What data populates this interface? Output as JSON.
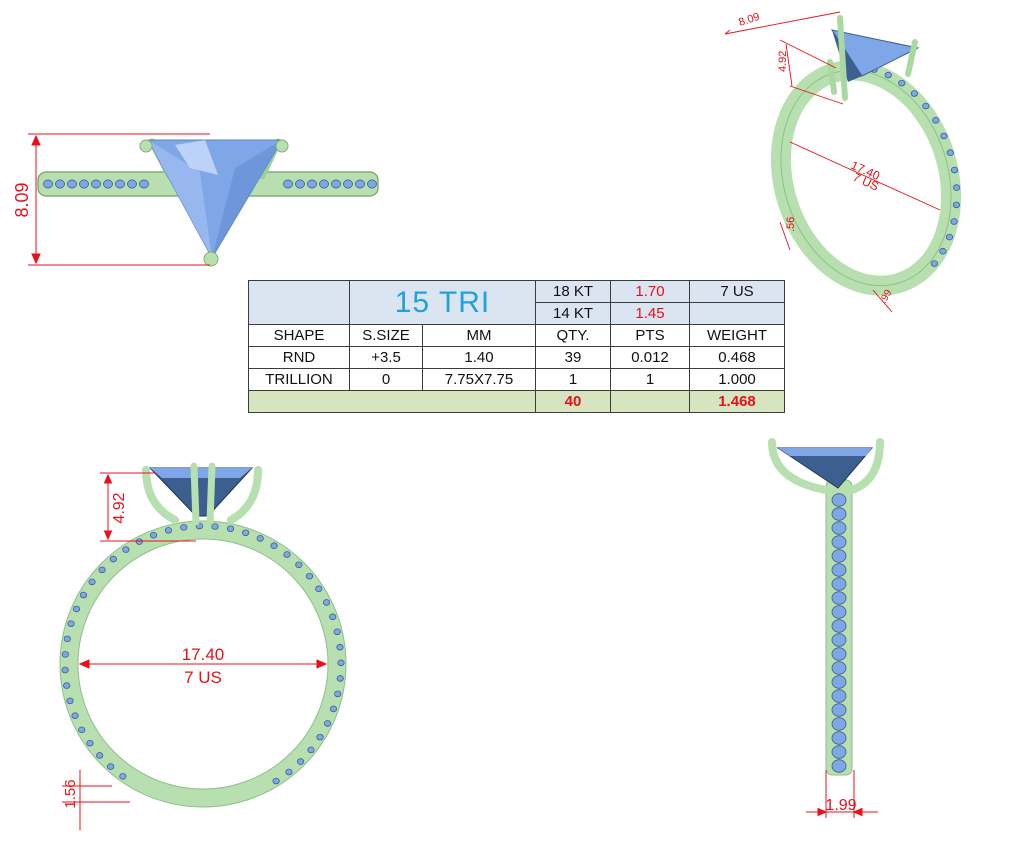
{
  "views": {
    "side": {
      "height_mm": "8.09"
    },
    "perspective": {
      "stone_width_mm": "8.09",
      "stone_height_mm": "4.92",
      "inner_diameter_mm": "17.40",
      "ring_size": "7 US",
      "band_thickness_mm": ".56",
      "band_width_mm": ".99"
    },
    "front": {
      "head_height_mm": "4.92",
      "inner_diameter_mm": "17.40",
      "ring_size": "7 US",
      "band_thickness_mm": "1.56"
    },
    "profile": {
      "band_width_mm": "1.99"
    }
  },
  "table": {
    "title": "15 TRI",
    "karat_rows": [
      {
        "karat": "18 KT",
        "weight": "1.70"
      },
      {
        "karat": "14 KT",
        "weight": "1.45"
      }
    ],
    "ring_size": "7 US",
    "headers": [
      "SHAPE",
      "S.SIZE",
      "MM",
      "QTY.",
      "PTS",
      "WEIGHT"
    ],
    "rows": [
      {
        "shape": "RND",
        "ssize": "+3.5",
        "mm": "1.40",
        "qty": "39",
        "pts": "0.012",
        "weight": "0.468"
      },
      {
        "shape": "TRILLION",
        "ssize": "0",
        "mm": "7.75X7.75",
        "qty": "1",
        "pts": "1",
        "weight": "1.000"
      }
    ],
    "totals": {
      "qty": "40",
      "weight": "1.468"
    }
  },
  "colors": {
    "metal": "#b7dfb0",
    "metal_dark": "#8fbf8a",
    "stone": "#7fa6e6",
    "stone_dark": "#3c5f8f",
    "dimension": "#e8101a",
    "table_blue": "#dbe4f1",
    "table_green": "#d6e4bf",
    "title_blue": "#1fa2dc"
  }
}
